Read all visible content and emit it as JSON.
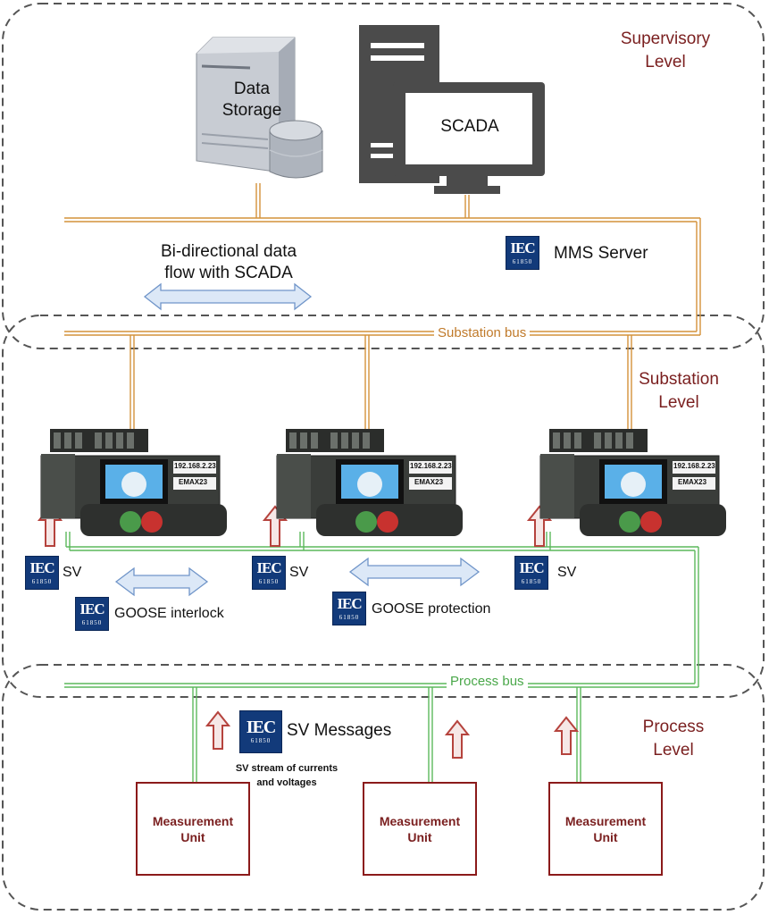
{
  "levels": {
    "supervisory": "Supervisory\nLevel",
    "substation": "Substation\nLevel",
    "process": "Process\nLevel"
  },
  "supervisory": {
    "data_storage_label": "Data\nStorage",
    "scada_label": "SCADA",
    "bidirectional_label": "Bi-directional data\nflow with SCADA",
    "mms_label": "MMS Server"
  },
  "buses": {
    "substation_bus": "Substation bus",
    "process_bus": "Process bus"
  },
  "iec_logo": {
    "top": "IEC",
    "number": "61850"
  },
  "ied": {
    "ip": "192.168.2.23",
    "name": "EMAX23"
  },
  "substation": {
    "sv_label": "SV",
    "goose_interlock": "GOOSE interlock",
    "goose_protection": "GOOSE protection"
  },
  "process": {
    "sv_messages": "SV Messages",
    "sv_stream": "SV stream of currents\nand voltages",
    "measurement_unit": "Measurement\nUnit"
  },
  "colors": {
    "substation_bus": "#d4923a",
    "process_bus": "#5cb85c",
    "level_text": "#7a1f1f",
    "iec_blue": "#123a7a",
    "arrow_blue_fill": "#dce8f7",
    "arrow_blue_stroke": "#7095c9",
    "arrow_red": "#b5433d"
  }
}
